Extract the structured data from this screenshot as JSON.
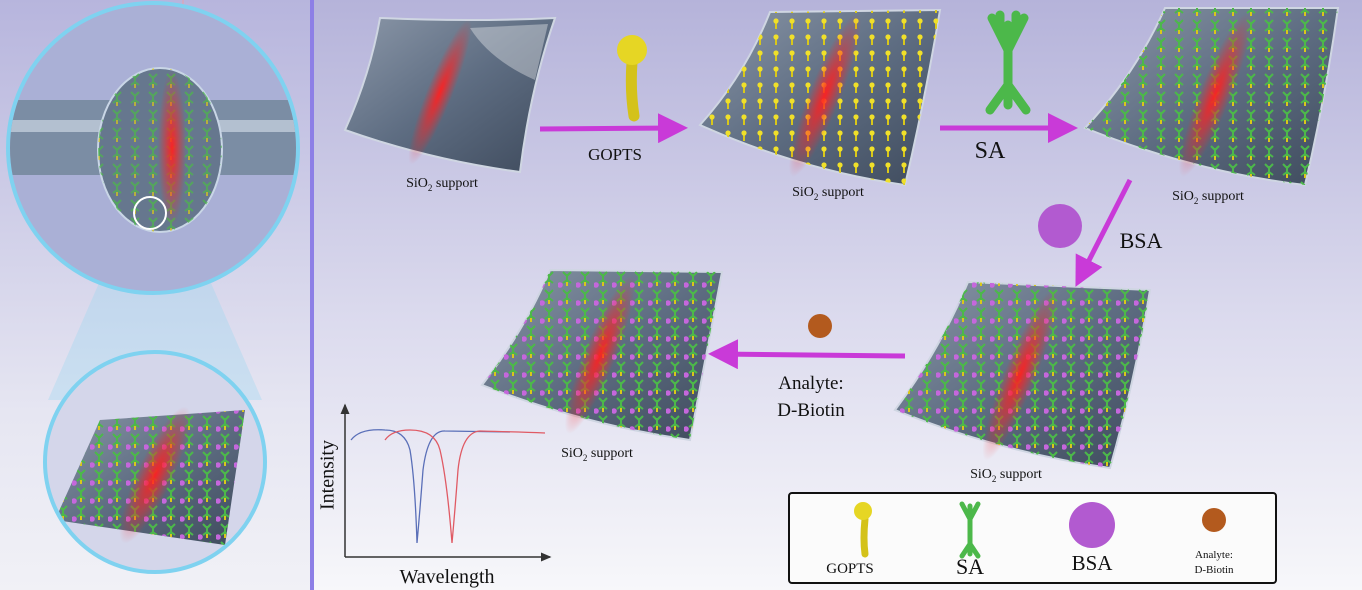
{
  "support_label": {
    "prefix": "SiO",
    "subscript": "2",
    "suffix": " support"
  },
  "steps": {
    "step1": "GOPTS",
    "step2": "SA",
    "step3": "BSA",
    "step4_line1": "Analyte:",
    "step4_line2": "D-Biotin"
  },
  "spectrum": {
    "xlabel": "Wavelength",
    "ylabel": "Intensity"
  },
  "legend": {
    "items": [
      {
        "label": "GOPTS"
      },
      {
        "label": "SA"
      },
      {
        "label": "BSA"
      },
      {
        "label_line1": "Analyte:",
        "label_line2": "D-Biotin"
      }
    ]
  },
  "colors": {
    "arrow": "#c93ad8",
    "gopts": "#e3d21c",
    "sa": "#4cb84a",
    "bsa": "#b25ad0",
    "biotin": "#b35a1e",
    "laser": "#ff2a2a",
    "blue_curve": "#5a6fb8",
    "red_curve": "#e05a64"
  }
}
